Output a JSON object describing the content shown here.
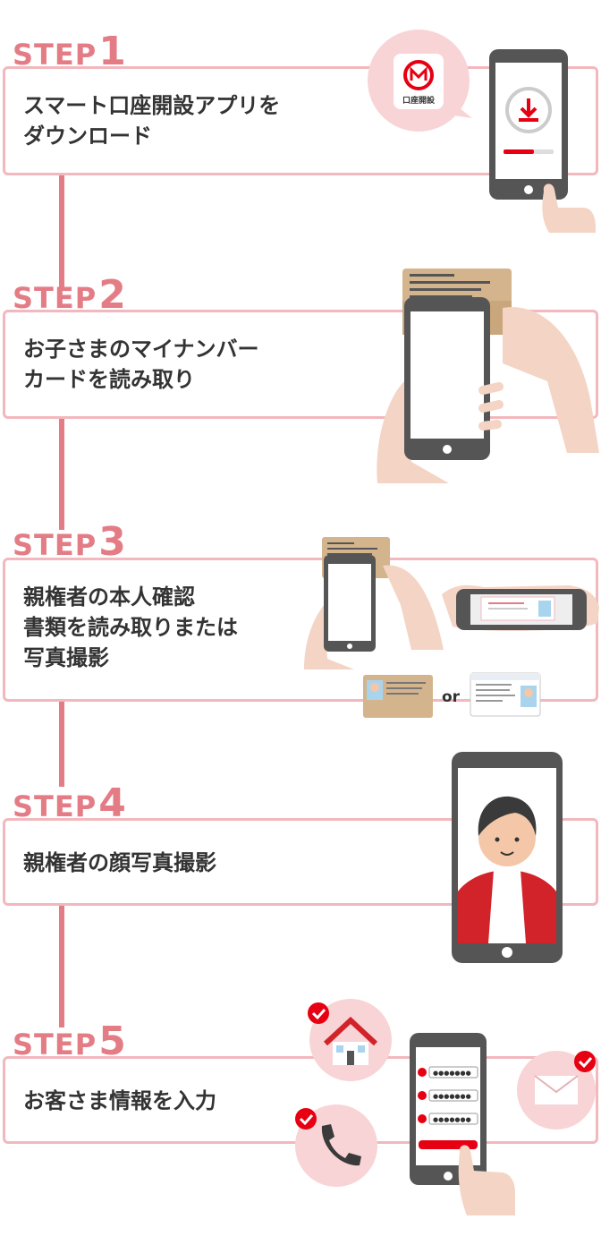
{
  "steps": [
    {
      "word": "STEP",
      "num": "1",
      "text": "スマート口座開設アプリを\nダウンロード"
    },
    {
      "word": "STEP",
      "num": "2",
      "text": "お子さまのマイナンバー\nカードを読み取り"
    },
    {
      "word": "STEP",
      "num": "3",
      "text": "親権者の本人確認\n書類を読み取りまたは\n写真撮影"
    },
    {
      "word": "STEP",
      "num": "4",
      "text": "親権者の顔写真撮影"
    },
    {
      "word": "STEP",
      "num": "5",
      "text": "お客さま情報を入力"
    }
  ],
  "app_icon_label": "口座開設",
  "or_label": "or",
  "password_mask": "●●●●●●●",
  "colors": {
    "accent": "#e47c86",
    "box_border": "#f2b8bd",
    "text": "#333333",
    "red": "#e60012",
    "phone": "#555555"
  }
}
